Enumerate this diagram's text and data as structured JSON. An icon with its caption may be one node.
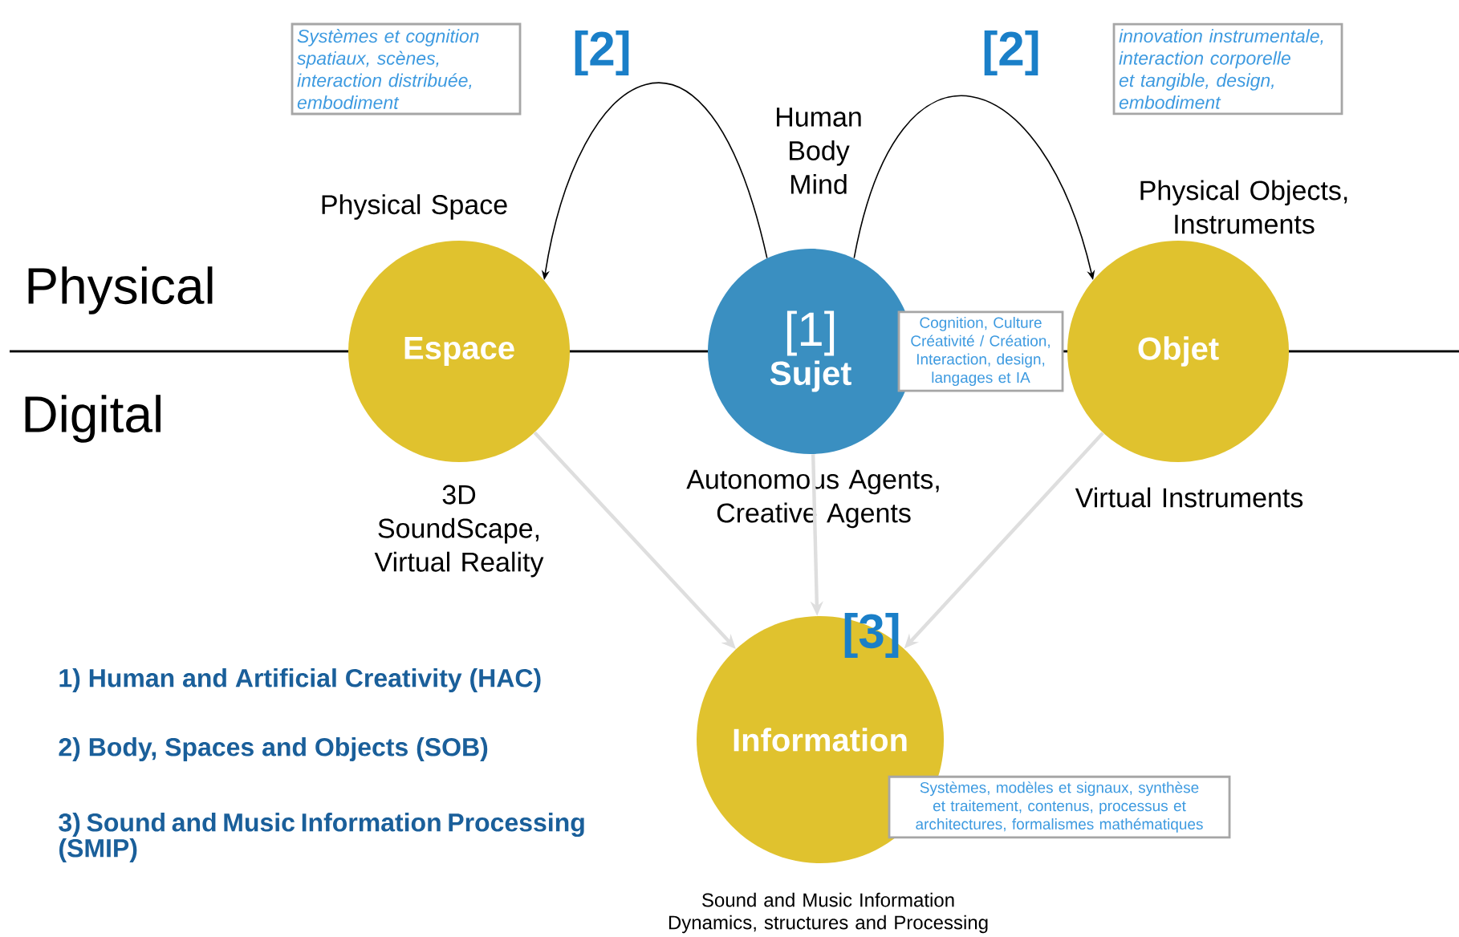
{
  "diagram": {
    "nodes": [
      {
        "text": [
          "Espace"
        ],
        "beside": [
          "Physical Space",
          "3D SoundScape, Virtual Reality"
        ]
      },
      {
        "text": [
          "[1]",
          "Sujet"
        ],
        "beside": [
          "Human Body Mind",
          "Autonomous Agents, Creative Agents"
        ]
      },
      {
        "text": [
          "Objet"
        ],
        "beside": [
          "Physical Objects, Instruments",
          "Virtual Instruments"
        ]
      },
      {
        "text": [
          "[3]",
          "Information"
        ],
        "beside": [
          "Sound and Music Information Dynamics, structures and Processing"
        ]
      },
      {
        "text": [
          "Systèmes  et cognition spatiaux, scènes, interaction distribuée, embodiment"
        ]
      },
      {
        "text": [
          "innovation instrumentale, interaction corporelle et tangible, design, embodiment"
        ]
      },
      {
        "text": [
          "Cognition, Culture Créativité / Création, Interaction, design, langages et IA"
        ]
      },
      {
        "text": [
          "Systèmes, modèles et signaux, synthèse et traitement, contenus, processus et architectures, formalismes mathématiques"
        ]
      }
    ],
    "edges": [
      {
        "from": 1,
        "to": 0,
        "arrow": "to",
        "label": "[2]",
        "color": "#000000"
      },
      {
        "from": 1,
        "to": 2,
        "arrow": "to",
        "label": "[2]",
        "color": "#000000"
      },
      {
        "from": 0,
        "to": 3,
        "arrow": "to"
      },
      {
        "from": 1,
        "to": 3,
        "arrow": "to"
      },
      {
        "from": 2,
        "to": 3,
        "arrow": "to"
      }
    ],
    "labels": [
      "Physical",
      "Digital",
      "1) Human and Artificial Creativity (HAC)",
      "2) Body, Spaces and Objects  (SOB)",
      "3)  Sound and Music Information Processing (SMIP)"
    ]
  }
}
